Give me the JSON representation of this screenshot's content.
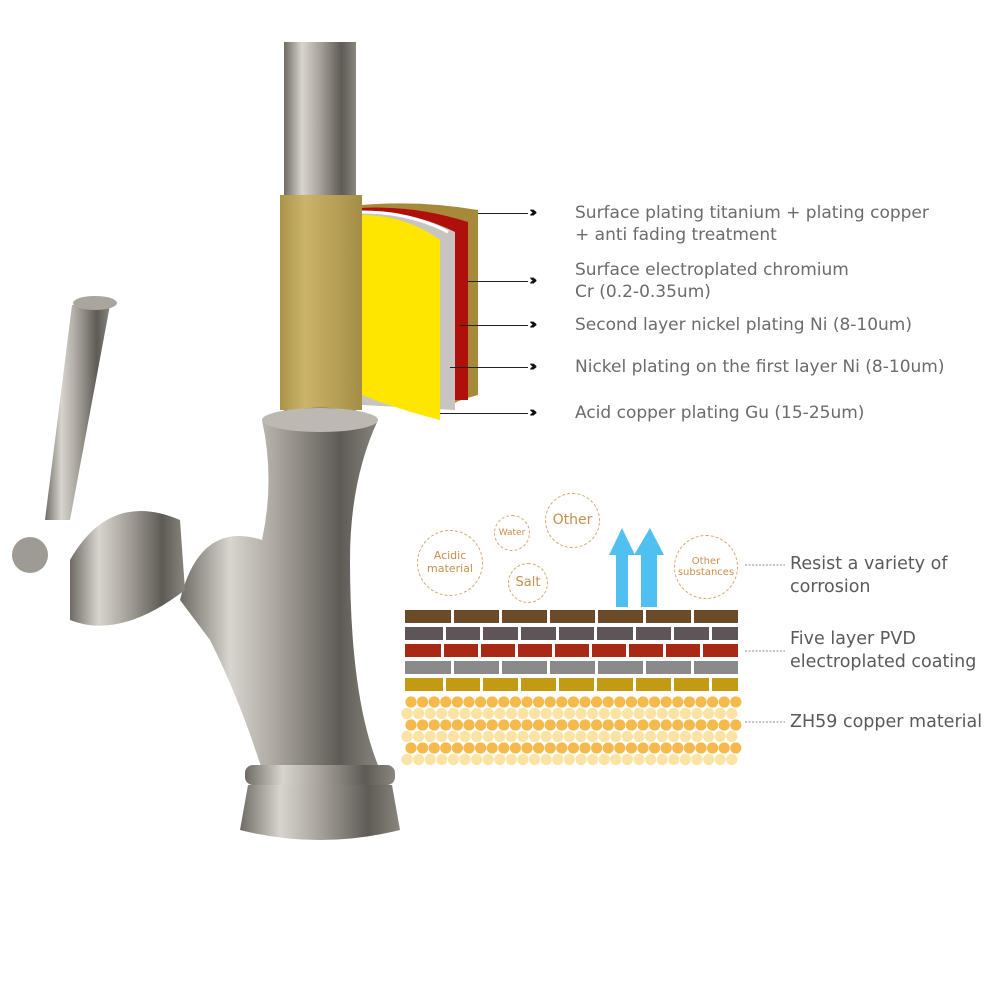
{
  "plating_layers": [
    {
      "label": "Surface plating titanium + plating copper",
      "label2": "+ anti fading treatment"
    },
    {
      "label": "Surface electroplated chromium",
      "label2": "Cr (0.2-0.35um)"
    },
    {
      "label": "Second layer nickel plating Ni  (8-10um)"
    },
    {
      "label": "Nickel plating on the first layer Ni  (8-10um)"
    },
    {
      "label": "Acid copper plating Gu  (15-25um)"
    }
  ],
  "arrow_glyph": "›››",
  "bubbles": [
    "Acidic material",
    "Water",
    "Salt",
    "Other",
    "Other substances"
  ],
  "coating_labels": [
    {
      "line1": "Resist a variety of",
      "line2": "corrosion"
    },
    {
      "line1": "Five layer PVD",
      "line2": "electroplated coating"
    },
    {
      "line1": "ZH59 copper material"
    }
  ],
  "colors": {
    "brick_rows": [
      "#6b4a28",
      "#5e5558",
      "#a82a16",
      "#8a8a8a",
      "#c29a14"
    ],
    "circle_a": "#f6b94c",
    "circle_b": "#fbe3a4",
    "arrow": "#4fc0ef",
    "gold": "#b9a25a"
  }
}
